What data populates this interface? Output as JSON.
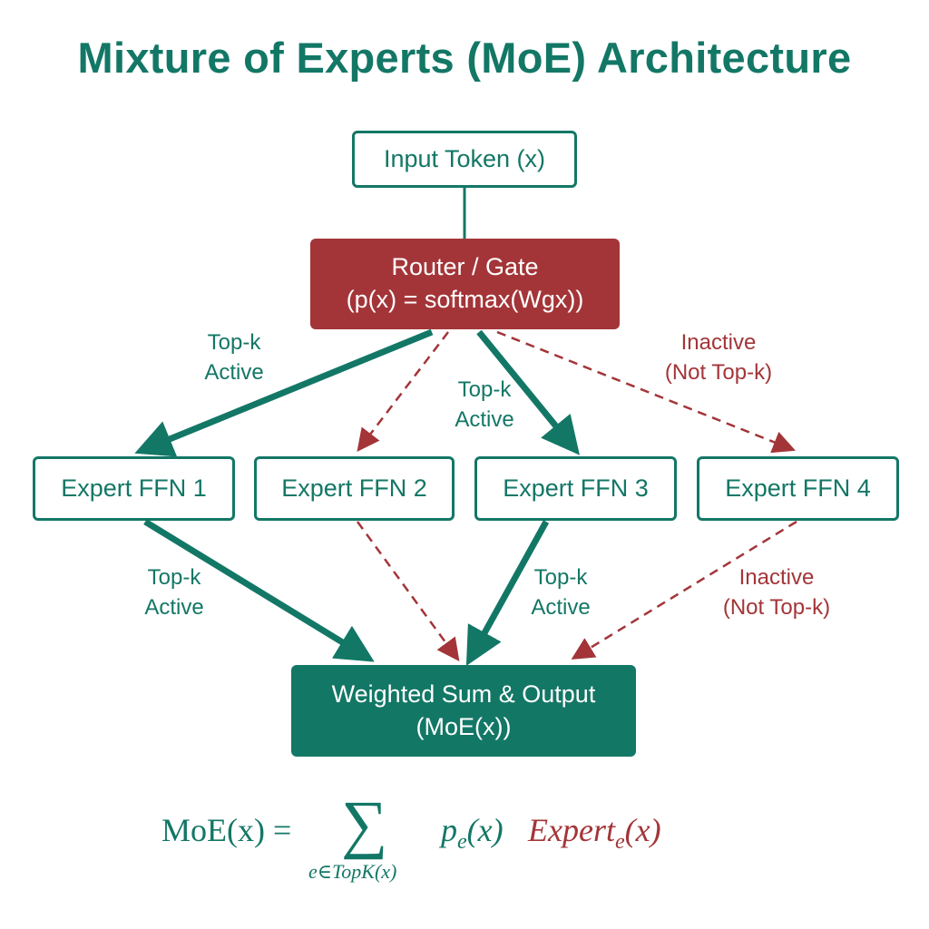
{
  "title": "Mixture of Experts (MoE) Architecture",
  "input": {
    "label": "Input Token (x)"
  },
  "router": {
    "line1": "Router / Gate",
    "line2": "(p(x) = softmax(Wgx))"
  },
  "experts": [
    {
      "label": "Expert FFN 1",
      "status": "active"
    },
    {
      "label": "Expert FFN 2",
      "status": "inactive"
    },
    {
      "label": "Expert FFN 3",
      "status": "active"
    },
    {
      "label": "Expert FFN 4",
      "status": "inactive"
    }
  ],
  "output": {
    "line1": "Weighted Sum & Output",
    "line2": "(MoE(x))"
  },
  "edge_labels": {
    "router_to_e1": [
      "Top-k",
      "Active"
    ],
    "router_to_e3": [
      "Top-k",
      "Active"
    ],
    "router_to_e4": [
      "Inactive",
      "(Not Top-k)"
    ],
    "e1_to_output": [
      "Top-k",
      "Active"
    ],
    "e3_to_output": [
      "Top-k",
      "Active"
    ],
    "e4_to_output": [
      "Inactive",
      "(Not Top-k)"
    ]
  },
  "formula": {
    "lhs": "MoE(x) =",
    "sigma": "∑",
    "subscript": "e∈TopK(x)",
    "term1": "p",
    "term1_sub": "e",
    "term1_arg": "(x)",
    "term2": "Expert",
    "term2_sub": "e",
    "term2_arg": "(x)"
  },
  "colors": {
    "active": "#137766",
    "inactive": "#a33538",
    "router_fill": "#a33538",
    "output_fill": "#137766"
  }
}
